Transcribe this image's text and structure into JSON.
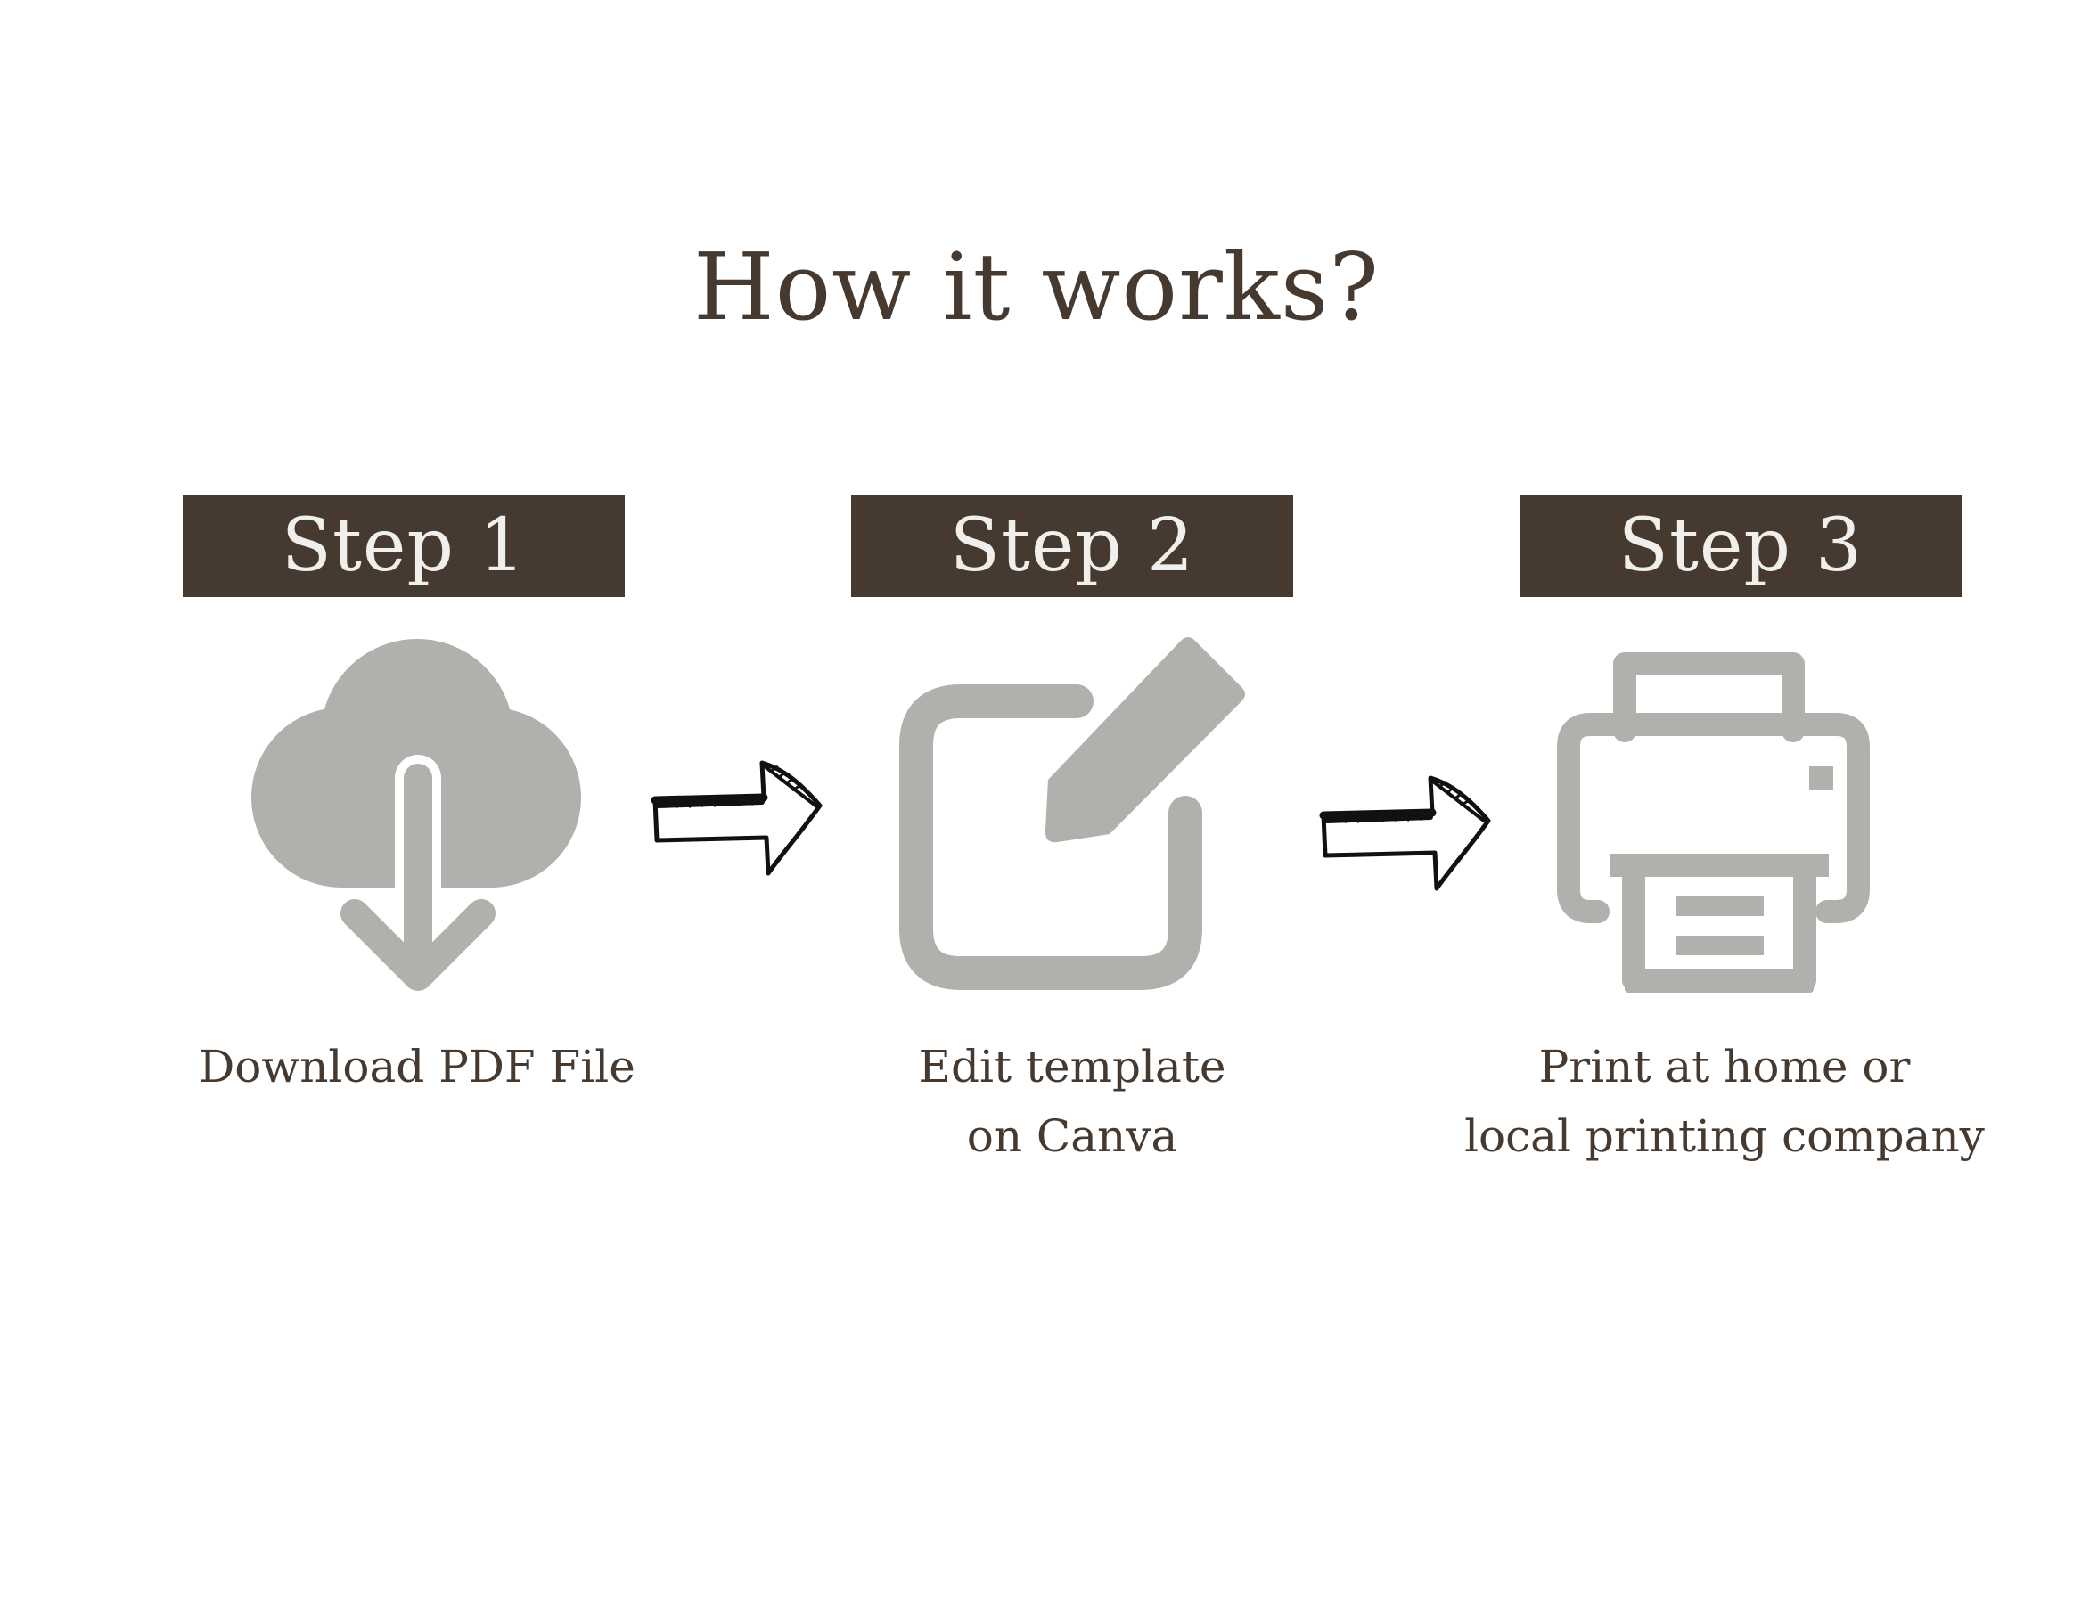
{
  "title": "How it works?",
  "colors": {
    "banner_bg": "#463a30",
    "banner_text": "#f1efec",
    "text": "#463a30",
    "icon_gray": "#b0b0ad",
    "arrow": "#111111"
  },
  "steps": [
    {
      "label": "Step 1",
      "icon": "cloud-download-icon",
      "caption": [
        "Download PDF File"
      ]
    },
    {
      "label": "Step 2",
      "icon": "edit-square-icon",
      "caption": [
        "Edit template",
        "on Canva"
      ]
    },
    {
      "label": "Step 3",
      "icon": "printer-icon",
      "caption": [
        "Print at home or",
        "local printing company"
      ]
    }
  ]
}
